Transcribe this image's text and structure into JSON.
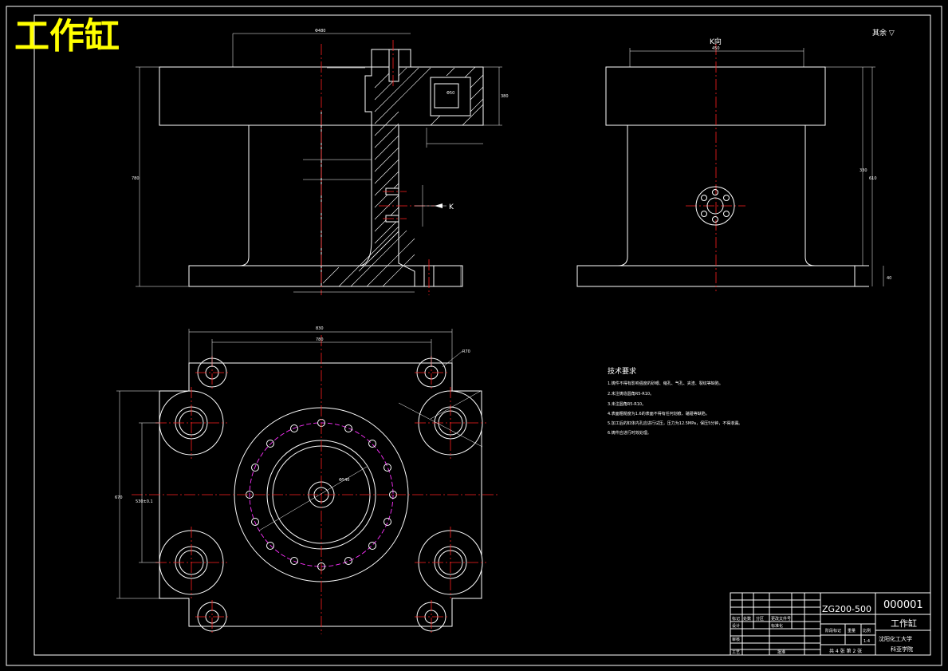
{
  "drawing_title": "工作缸",
  "corner_note": "其余",
  "view_label_k": "K向",
  "arrow_label_k": "K",
  "tech_requirements": {
    "heading": "技术要求",
    "items": [
      "1.铸件不得有影响强度的砂眼、缩孔、气孔、夹渣、裂纹等缺陷。",
      "2.未注铸造圆角R5-R10。",
      "3.未注圆角R5-R10。",
      "4.表面粗糙度为1.6的表面不得有任何划痕、磕碰等缺陷。",
      "5.加工后的缸体内孔应进行试压，压力为12.5MPa，保压5分钟，不得渗漏。",
      "6.铸件应进行时效处理。"
    ]
  },
  "title_block": {
    "drawing_number": "ZG200-500",
    "code": "000001",
    "part_name": "工作缸",
    "school": "沈阳化工大学",
    "dept": "科亚学院",
    "scale": "1:4",
    "sheet_info": "共 4 张 第 2 张",
    "labels": {
      "mark": "标记",
      "count": "处数",
      "zone": "分区",
      "change_doc": "更改文件号",
      "design": "设计",
      "standardize": "标准化",
      "review": "审核",
      "process": "工艺",
      "approve": "批准",
      "stage_mark": "阶段标记",
      "weight": "重量",
      "scale_label": "比例"
    }
  },
  "dimensions": {
    "top_width": "Φ480",
    "right_height": "380",
    "k_width": "450",
    "k_height_inner": "330",
    "k_height_total": "610",
    "k_base": "40",
    "plan_width_outer": "830",
    "plan_width_inner": "780",
    "plan_height": "670",
    "plan_height_inner": "530±0.1",
    "radius_r": "R70",
    "bolt_circle": "Φ540",
    "left_height": "780",
    "hole_dia": "Φ50"
  }
}
